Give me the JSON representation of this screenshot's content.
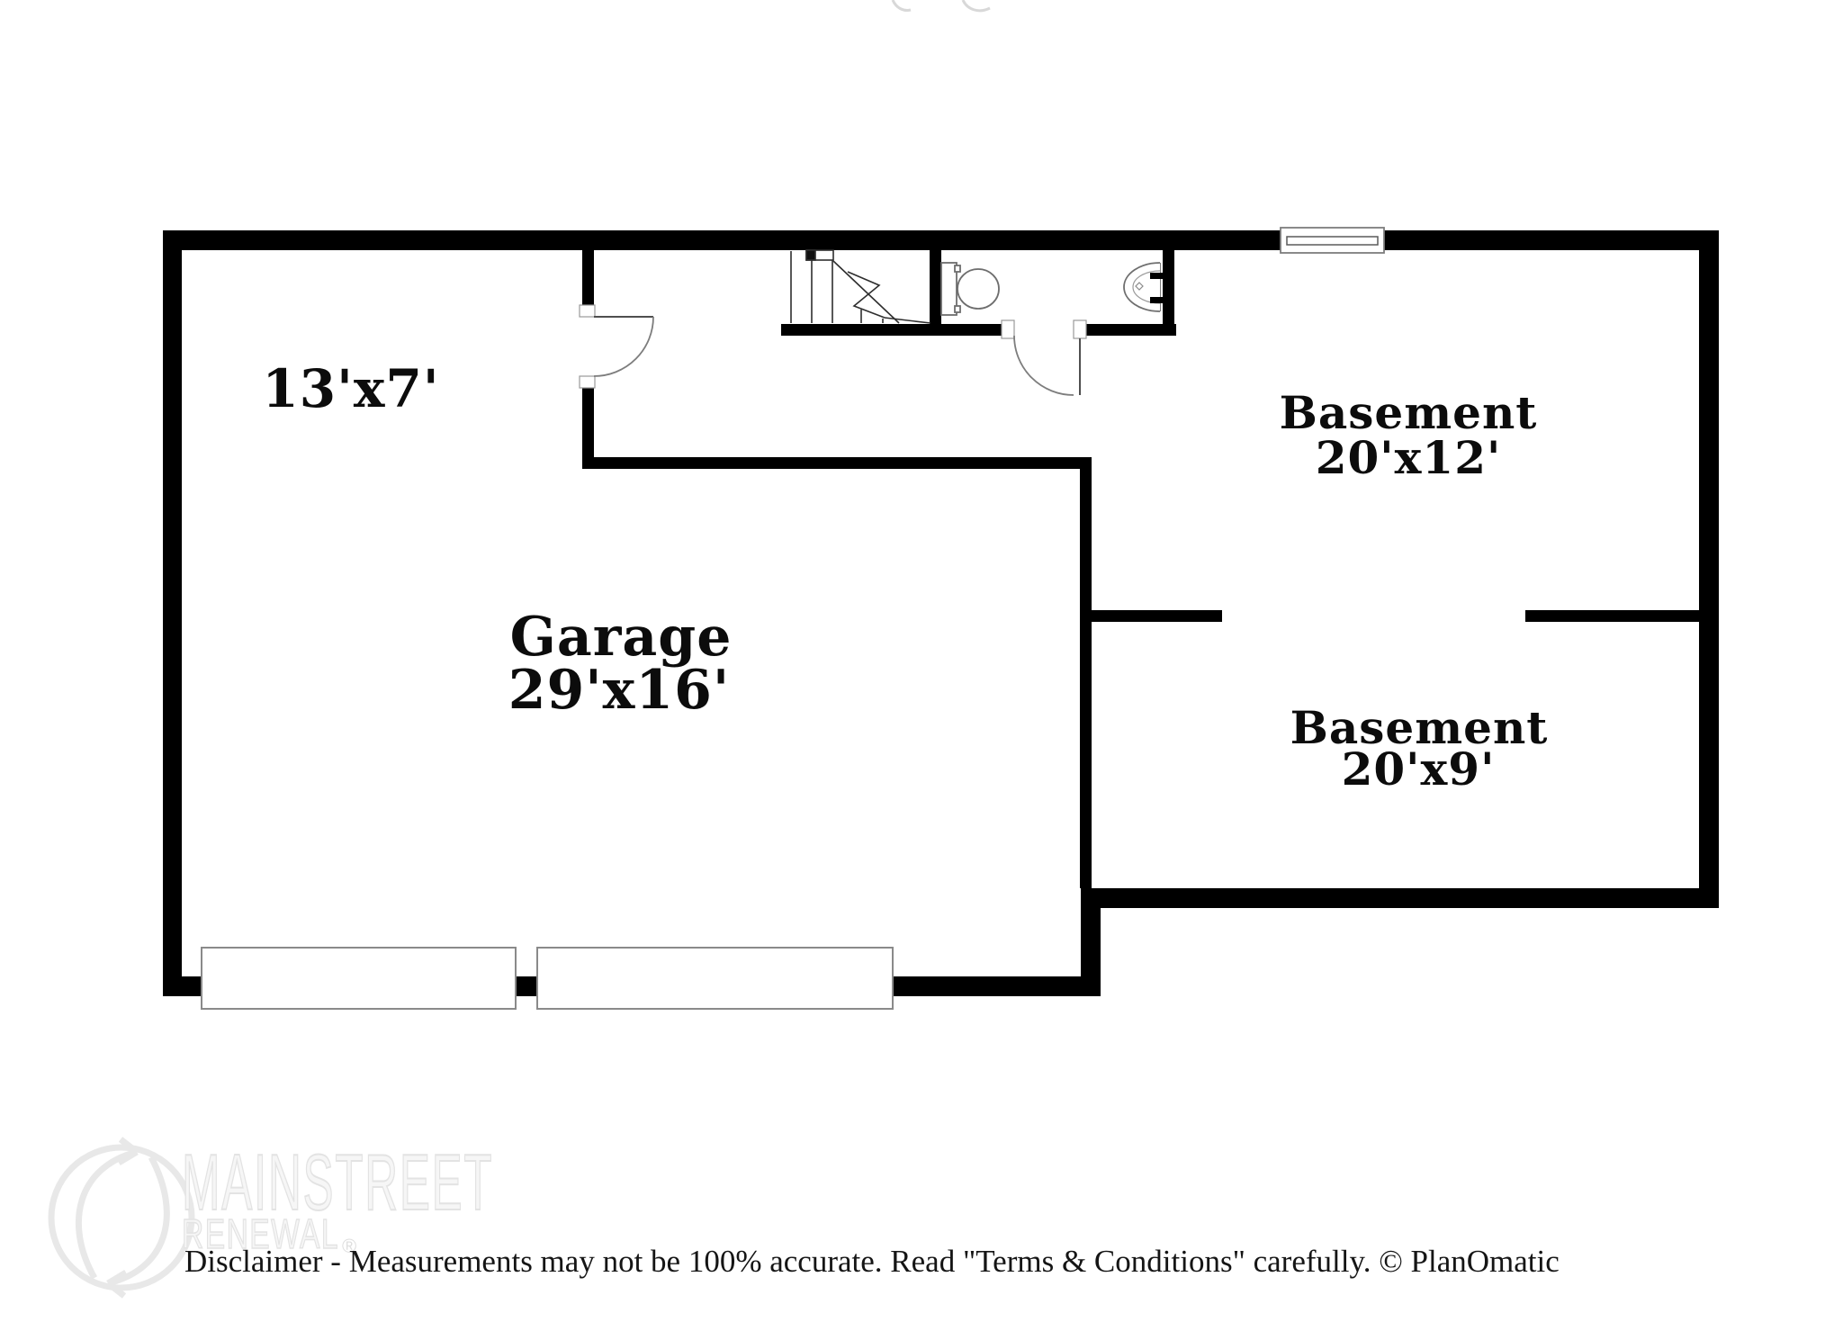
{
  "floorplan": {
    "rooms": [
      {
        "id": "storage-nook",
        "name_label": "",
        "dim_label": "13'x7'"
      },
      {
        "id": "garage",
        "name_label": "Garage",
        "dim_label": "29'x16'"
      },
      {
        "id": "basement-upper",
        "name_label": "Basement",
        "dim_label": "20'x12'"
      },
      {
        "id": "basement-lower",
        "name_label": "Basement",
        "dim_label": "20'x9'"
      }
    ],
    "fixture_icons": [
      "stairs-icon",
      "toilet-icon",
      "sink-icon",
      "window-icon",
      "garage-door-icon",
      "door-swing-icon"
    ]
  },
  "watermark": {
    "brand_top": "MAINSTREET",
    "brand_bottom": "RENEWAL",
    "registered_mark": "®"
  },
  "footer": {
    "disclaimer": "Disclaimer - Measurements may not be 100% accurate. Read \"Terms & Conditions\" carefully. © PlanOmatic"
  },
  "colors": {
    "wall": "#000000",
    "fixture_outline": "#6e6e6e",
    "watermark": "#e3e3e3",
    "label_text": "#0c0c0c",
    "footer_text": "#151515"
  }
}
